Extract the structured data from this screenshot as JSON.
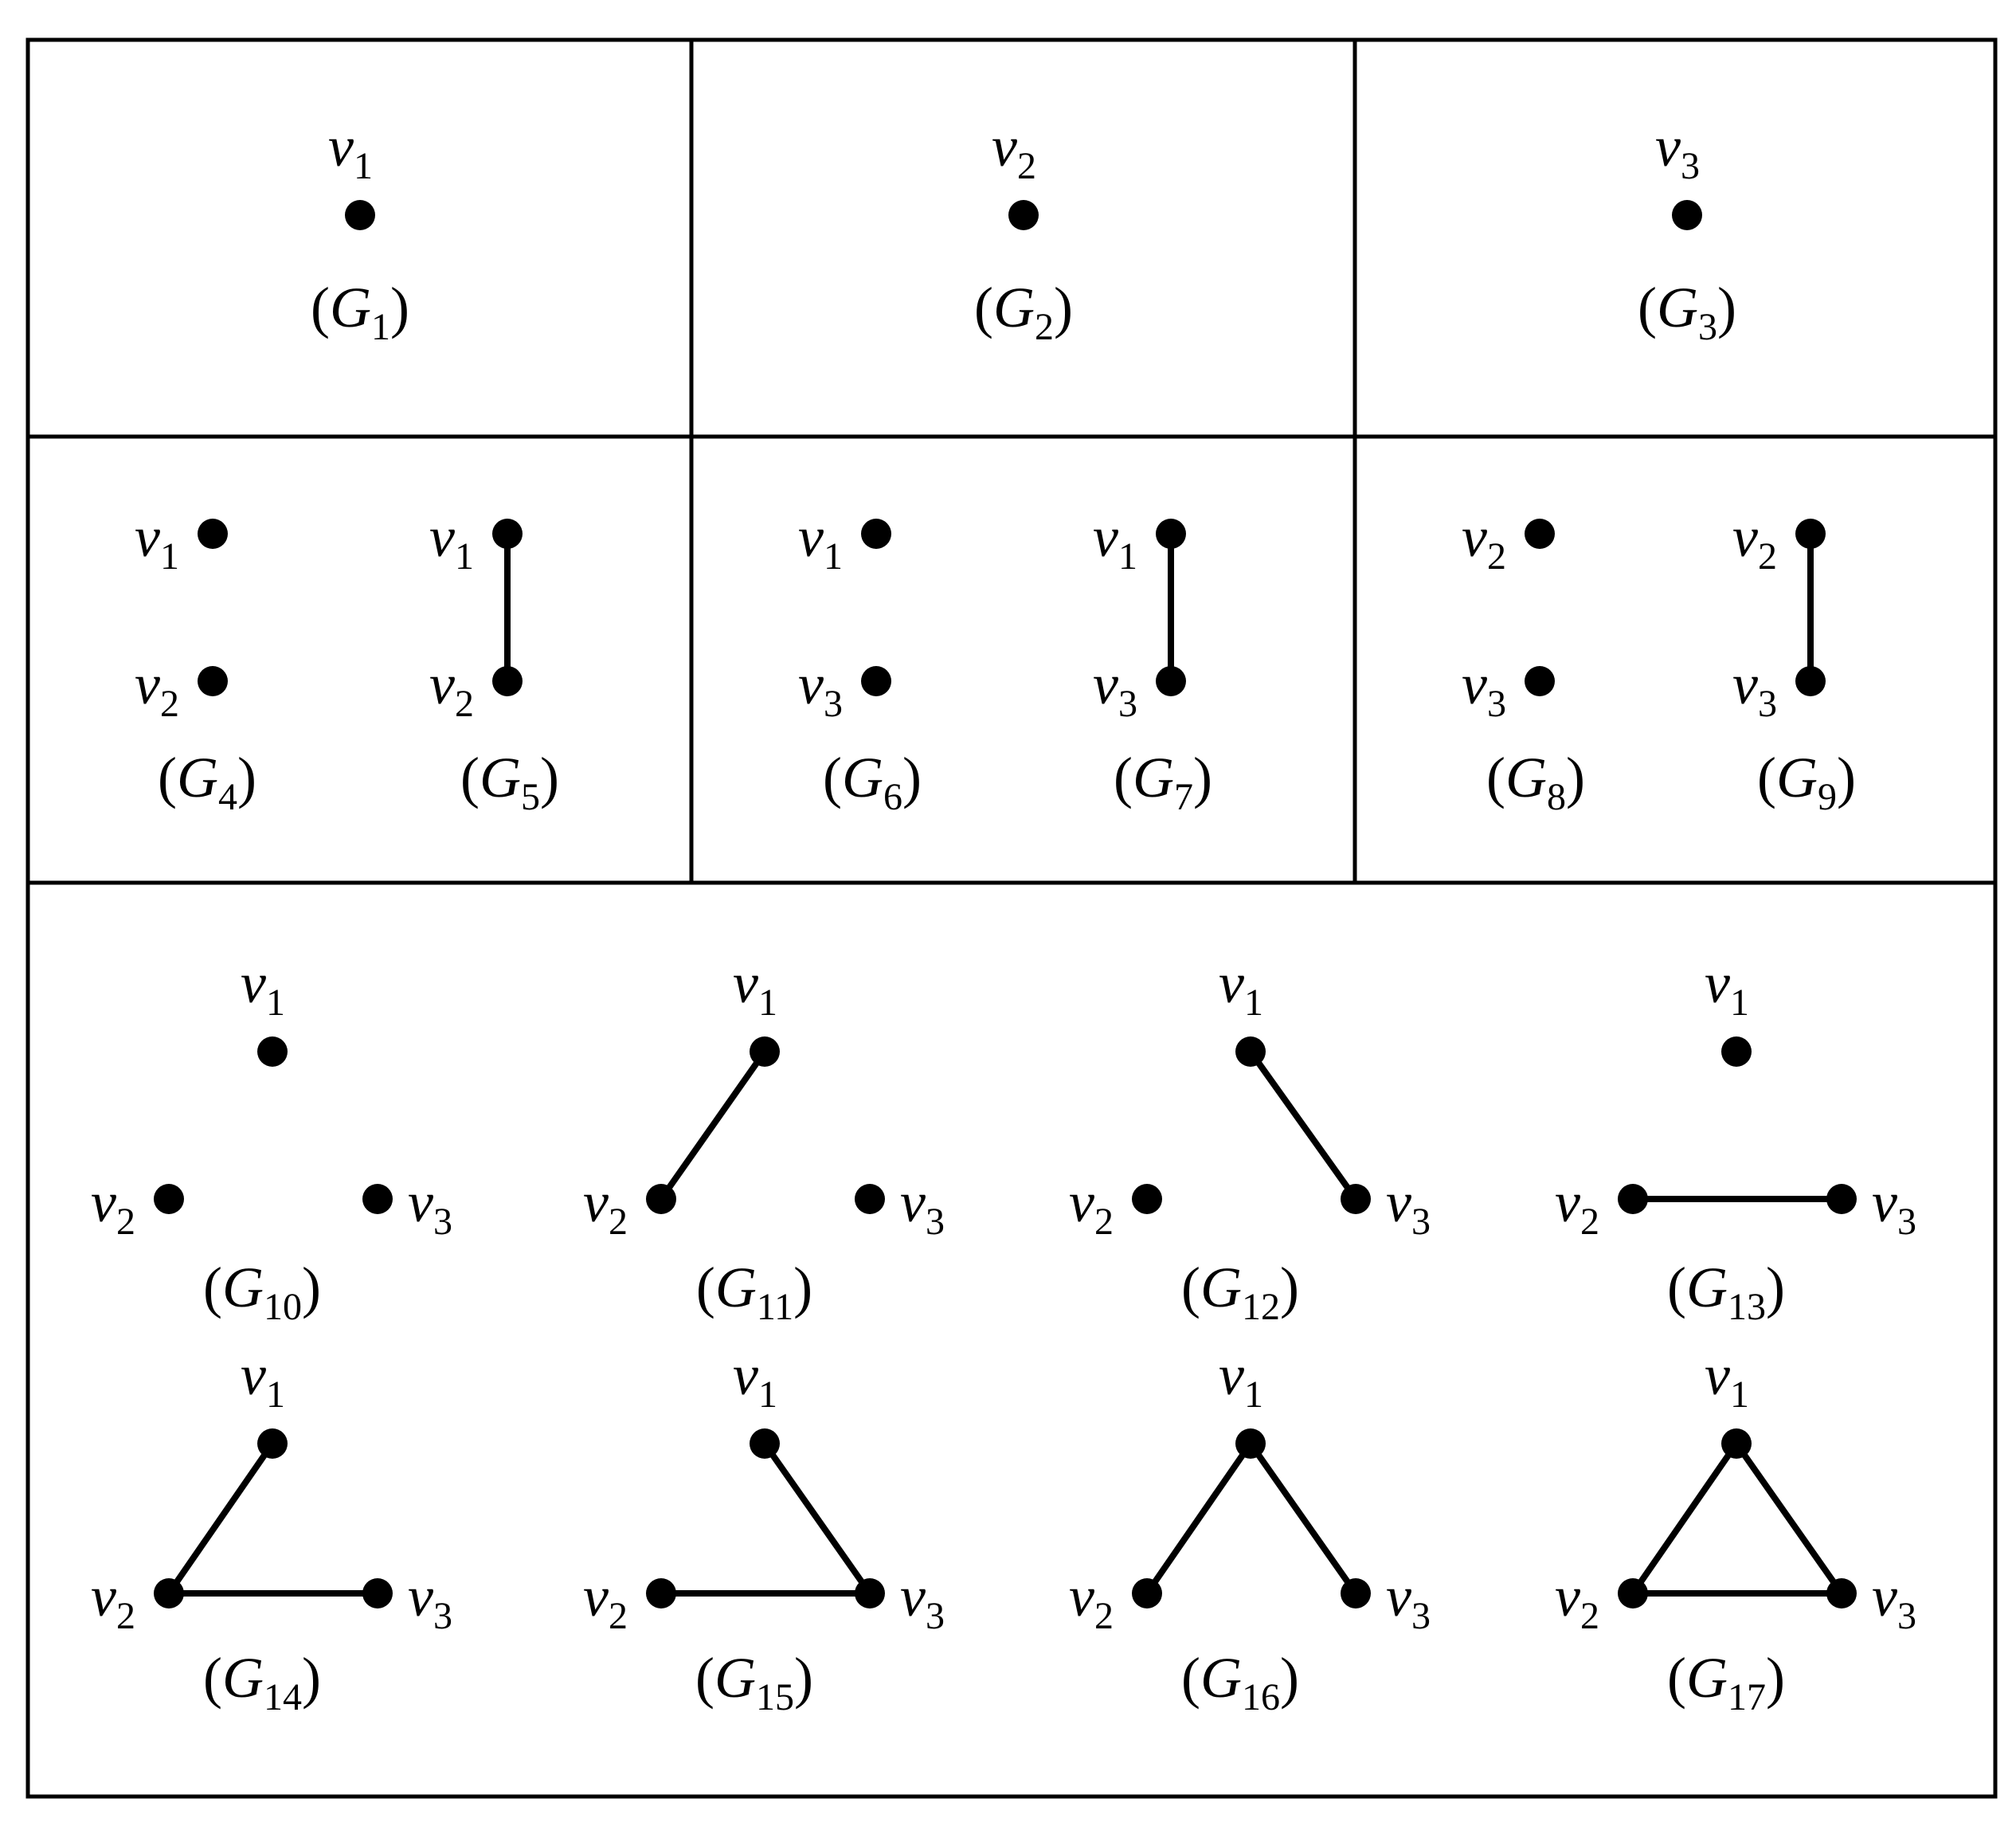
{
  "graphs": [
    {
      "caption": {
        "base": "G",
        "sub": "1"
      },
      "vertices": [
        {
          "name": "v",
          "sub": "1"
        }
      ],
      "edges": []
    },
    {
      "caption": {
        "base": "G",
        "sub": "2"
      },
      "vertices": [
        {
          "name": "v",
          "sub": "2"
        }
      ],
      "edges": []
    },
    {
      "caption": {
        "base": "G",
        "sub": "3"
      },
      "vertices": [
        {
          "name": "v",
          "sub": "3"
        }
      ],
      "edges": []
    },
    {
      "caption": {
        "base": "G",
        "sub": "4"
      },
      "vertices": [
        {
          "name": "v",
          "sub": "1"
        },
        {
          "name": "v",
          "sub": "2"
        }
      ],
      "edges": []
    },
    {
      "caption": {
        "base": "G",
        "sub": "5"
      },
      "vertices": [
        {
          "name": "v",
          "sub": "1"
        },
        {
          "name": "v",
          "sub": "2"
        }
      ],
      "edges": [
        [
          0,
          1
        ]
      ]
    },
    {
      "caption": {
        "base": "G",
        "sub": "6"
      },
      "vertices": [
        {
          "name": "v",
          "sub": "1"
        },
        {
          "name": "v",
          "sub": "3"
        }
      ],
      "edges": []
    },
    {
      "caption": {
        "base": "G",
        "sub": "7"
      },
      "vertices": [
        {
          "name": "v",
          "sub": "1"
        },
        {
          "name": "v",
          "sub": "3"
        }
      ],
      "edges": [
        [
          0,
          1
        ]
      ]
    },
    {
      "caption": {
        "base": "G",
        "sub": "8"
      },
      "vertices": [
        {
          "name": "v",
          "sub": "2"
        },
        {
          "name": "v",
          "sub": "3"
        }
      ],
      "edges": []
    },
    {
      "caption": {
        "base": "G",
        "sub": "9"
      },
      "vertices": [
        {
          "name": "v",
          "sub": "2"
        },
        {
          "name": "v",
          "sub": "3"
        }
      ],
      "edges": [
        [
          0,
          1
        ]
      ]
    },
    {
      "caption": {
        "base": "G",
        "sub": "10"
      },
      "vertices": [
        {
          "name": "v",
          "sub": "1"
        },
        {
          "name": "v",
          "sub": "2"
        },
        {
          "name": "v",
          "sub": "3"
        }
      ],
      "edges": []
    },
    {
      "caption": {
        "base": "G",
        "sub": "11"
      },
      "vertices": [
        {
          "name": "v",
          "sub": "1"
        },
        {
          "name": "v",
          "sub": "2"
        },
        {
          "name": "v",
          "sub": "3"
        }
      ],
      "edges": [
        [
          0,
          1
        ]
      ]
    },
    {
      "caption": {
        "base": "G",
        "sub": "12"
      },
      "vertices": [
        {
          "name": "v",
          "sub": "1"
        },
        {
          "name": "v",
          "sub": "2"
        },
        {
          "name": "v",
          "sub": "3"
        }
      ],
      "edges": [
        [
          0,
          2
        ]
      ]
    },
    {
      "caption": {
        "base": "G",
        "sub": "13"
      },
      "vertices": [
        {
          "name": "v",
          "sub": "1"
        },
        {
          "name": "v",
          "sub": "2"
        },
        {
          "name": "v",
          "sub": "3"
        }
      ],
      "edges": [
        [
          1,
          2
        ]
      ]
    },
    {
      "caption": {
        "base": "G",
        "sub": "14"
      },
      "vertices": [
        {
          "name": "v",
          "sub": "1"
        },
        {
          "name": "v",
          "sub": "2"
        },
        {
          "name": "v",
          "sub": "3"
        }
      ],
      "edges": [
        [
          0,
          1
        ],
        [
          1,
          2
        ]
      ]
    },
    {
      "caption": {
        "base": "G",
        "sub": "15"
      },
      "vertices": [
        {
          "name": "v",
          "sub": "1"
        },
        {
          "name": "v",
          "sub": "2"
        },
        {
          "name": "v",
          "sub": "3"
        }
      ],
      "edges": [
        [
          0,
          2
        ],
        [
          1,
          2
        ]
      ]
    },
    {
      "caption": {
        "base": "G",
        "sub": "16"
      },
      "vertices": [
        {
          "name": "v",
          "sub": "1"
        },
        {
          "name": "v",
          "sub": "2"
        },
        {
          "name": "v",
          "sub": "3"
        }
      ],
      "edges": [
        [
          0,
          1
        ],
        [
          0,
          2
        ]
      ]
    },
    {
      "caption": {
        "base": "G",
        "sub": "17"
      },
      "vertices": [
        {
          "name": "v",
          "sub": "1"
        },
        {
          "name": "v",
          "sub": "2"
        },
        {
          "name": "v",
          "sub": "3"
        }
      ],
      "edges": [
        [
          0,
          1
        ],
        [
          1,
          2
        ],
        [
          0,
          2
        ]
      ]
    }
  ]
}
